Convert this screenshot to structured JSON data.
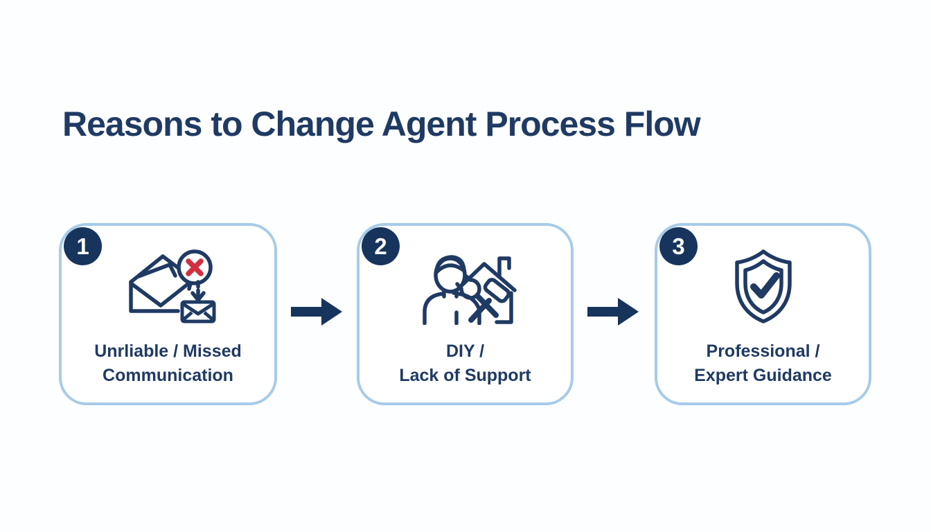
{
  "page": {
    "title": "Reasons to Change Agent Process Flow"
  },
  "colors": {
    "navy": "#1f3a63",
    "badge-navy": "#17345c",
    "box-border": "#a6cbe9",
    "accent-red": "#d13040",
    "background": "#fdfeff"
  },
  "steps": [
    {
      "number": "1",
      "icon": "missed-email-icon",
      "label_line1": "Unrliable / Missed",
      "label_line2": "Communication"
    },
    {
      "number": "2",
      "icon": "diy-house-tools-icon",
      "label_line1": "DIY /",
      "label_line2": "Lack of Support"
    },
    {
      "number": "3",
      "icon": "shield-check-icon",
      "label_line1": "Professional /",
      "label_line2": "Expert Guidance"
    }
  ],
  "arrow_icon": "right-arrow-icon"
}
